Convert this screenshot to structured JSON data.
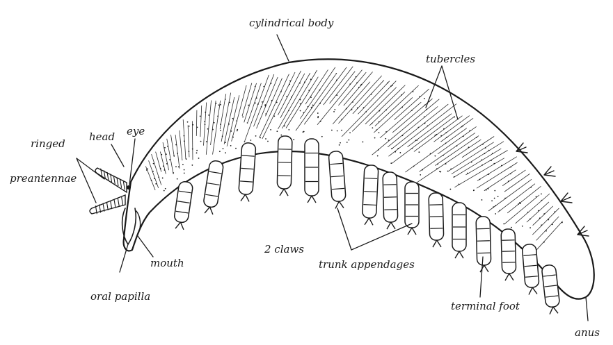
{
  "diagram": {
    "labels": {
      "cylindrical_body": "cylindrical body",
      "tubercles": "tubercles",
      "ringed": "ringed",
      "preantennae": "preantennae",
      "head": "head",
      "eye": "eye",
      "mouth": "mouth",
      "oral_papilla": "oral papilla",
      "two_claws": "2 claws",
      "trunk_appendages": "trunk appendages",
      "terminal_foot": "terminal foot",
      "anus": "anus"
    }
  }
}
